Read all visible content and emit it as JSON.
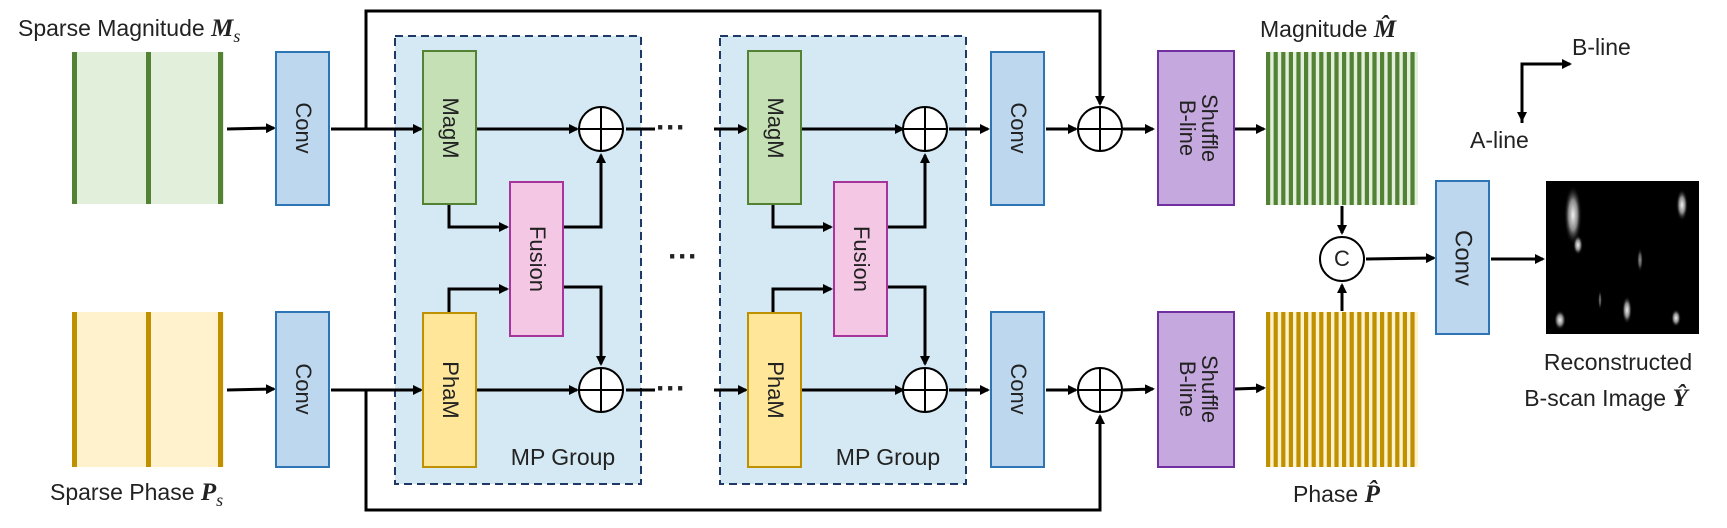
{
  "labels": {
    "sparse_magnitude": "Sparse Magnitude",
    "sparse_magnitude_sym": "M",
    "sparse_magnitude_sub": "s",
    "sparse_phase": "Sparse Phase",
    "sparse_phase_sym": "P",
    "sparse_phase_sub": "s",
    "magnitude": "Magnitude",
    "magnitude_sym": "M̂",
    "phase": "Phase",
    "phase_sym": "P̂",
    "reconstructed_line1": "Reconstructed",
    "reconstructed_line2": "B-scan Image",
    "reconstructed_sym": "Ŷ",
    "b_line_axis": "B-line",
    "a_line_axis": "A-line",
    "ellipsis": "···"
  },
  "blocks": {
    "conv": "Conv",
    "magm": "MagM",
    "pham": "PhaM",
    "fusion": "Fusion",
    "mp_group": "MP Group",
    "shuffle_line1": "B-line",
    "shuffle_line2": "Shuffle",
    "concat": "C"
  },
  "colors": {
    "conv": "#bdd7ee",
    "magm": "#c5e0b4",
    "magm_border": "#548235",
    "pham": "#ffe699",
    "pham_border": "#bf9000",
    "fusion": "#f4c7e4",
    "fusion_border": "#a6349b",
    "shuffle": "#c5a8dd",
    "shuffle_border": "#7030a0",
    "mp_group_bg": "#d4e9f3",
    "magnitude_stripe": "#548235",
    "magnitude_bg": "#e2efda",
    "phase_stripe": "#bf9000",
    "phase_bg": "#fff2cc"
  }
}
